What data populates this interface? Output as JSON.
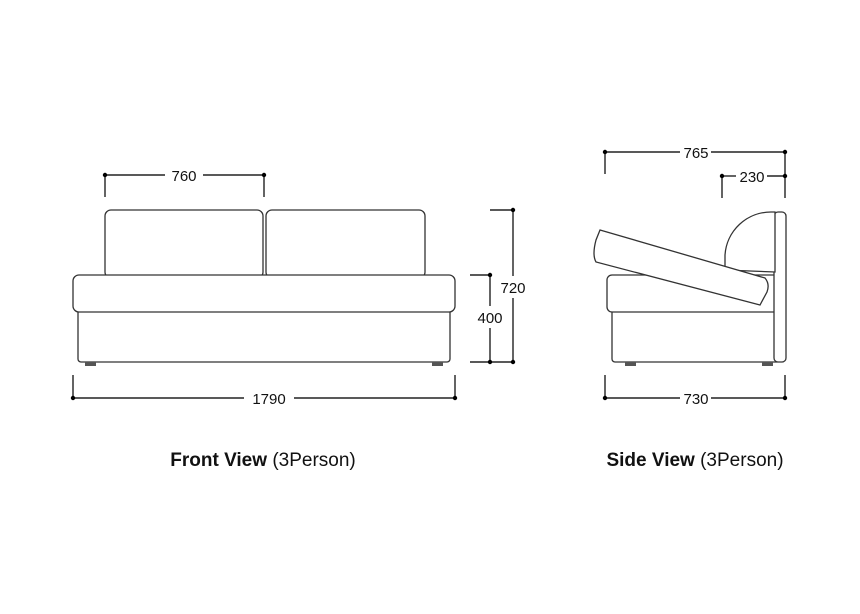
{
  "front_view": {
    "title": "Front View",
    "subtitle": "(3Person)",
    "dimensions": {
      "cushion_width": "760",
      "total_height": "720",
      "seat_height": "400",
      "total_width": "1790"
    }
  },
  "side_view": {
    "title": "Side View",
    "subtitle": "(3Person)",
    "dimensions": {
      "total_depth": "765",
      "back_depth": "230",
      "base_depth": "730"
    }
  }
}
